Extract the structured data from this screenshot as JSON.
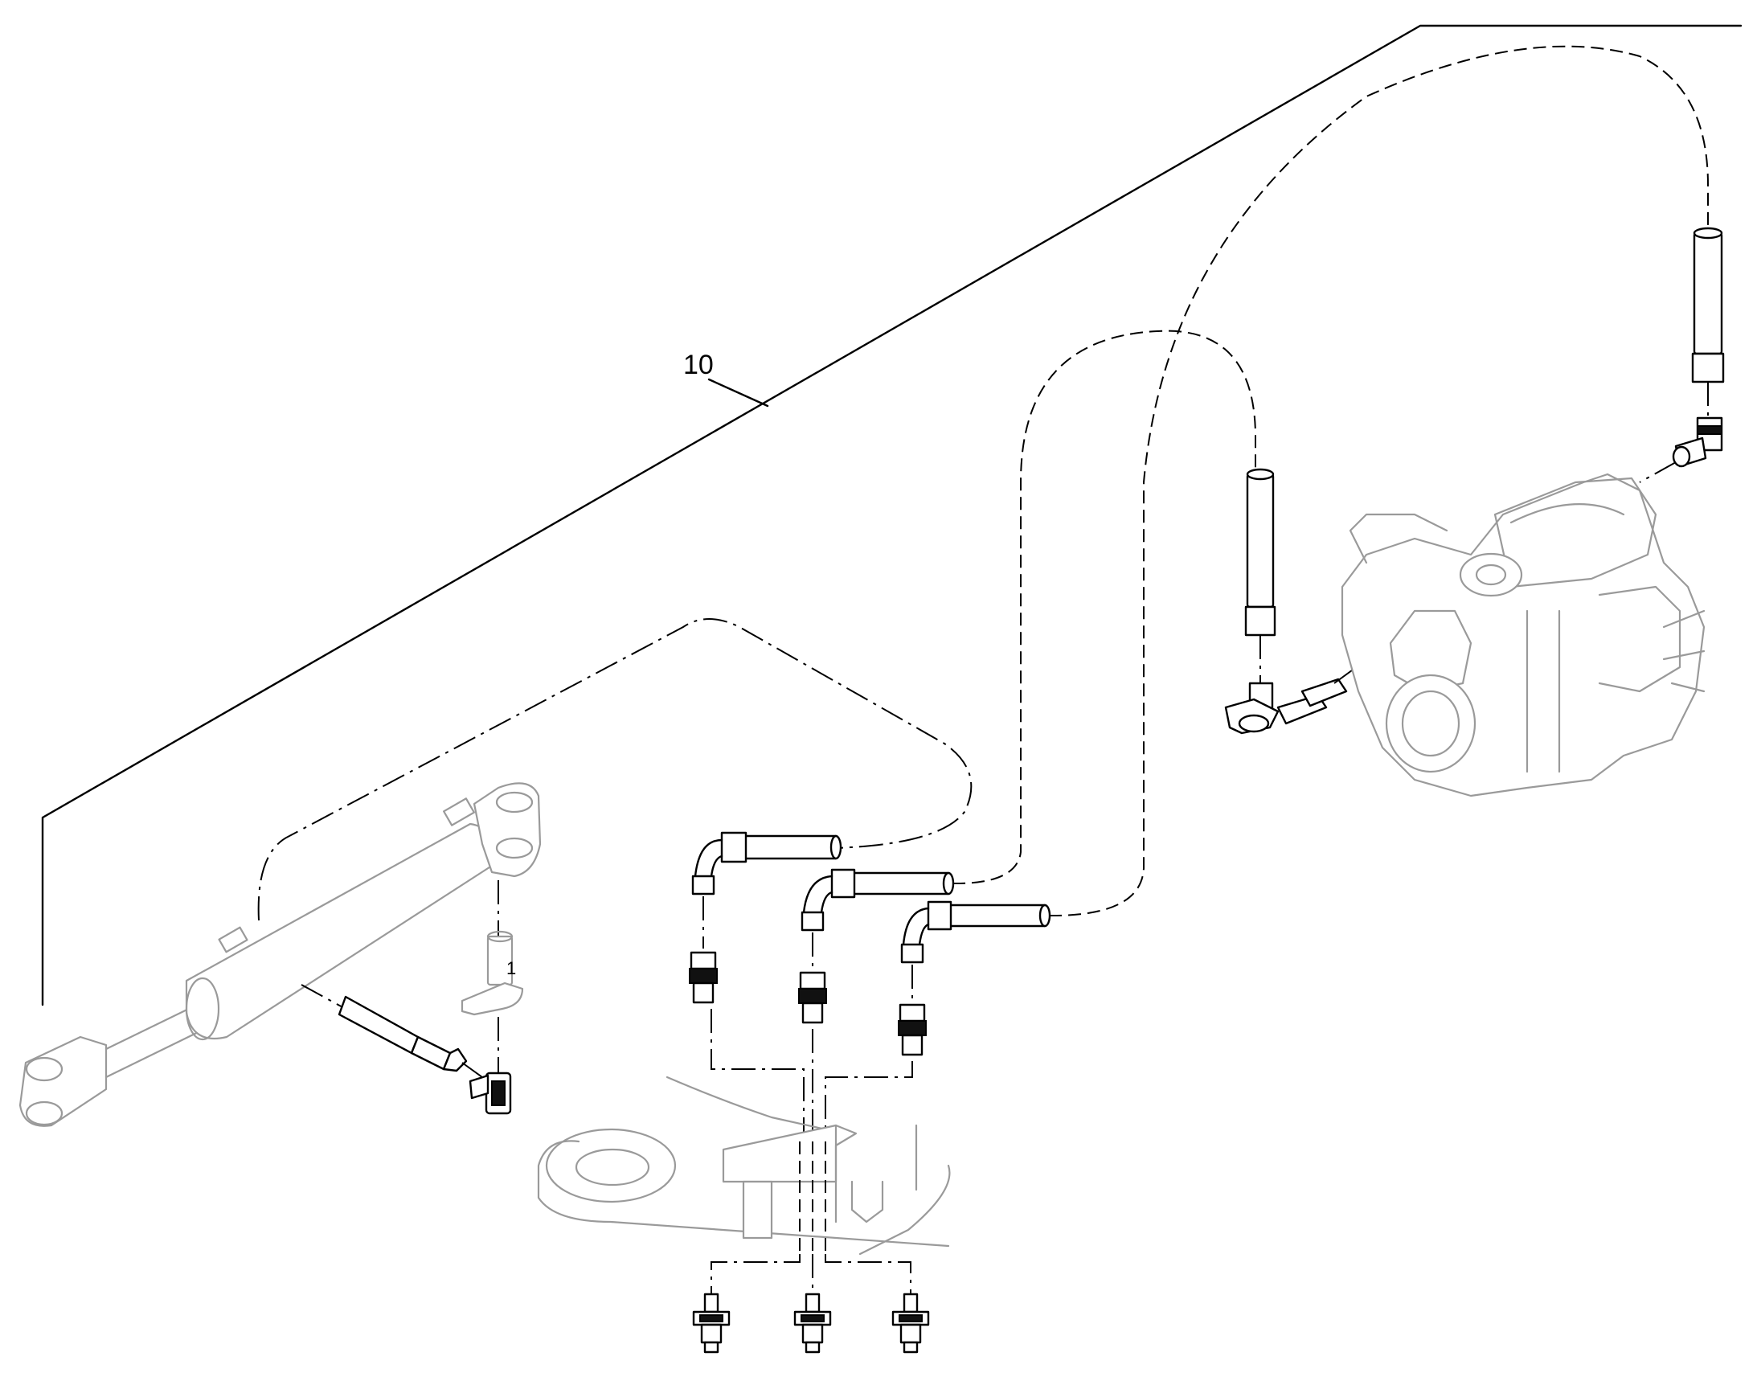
{
  "diagram": {
    "callouts": [
      {
        "id": "assembly",
        "label": "10"
      },
      {
        "id": "pin",
        "label": "1"
      }
    ],
    "colors": {
      "ink": "#000000",
      "context_parts": "#9a9a9a",
      "background": "#ffffff"
    },
    "components": [
      "hydraulic-cylinder",
      "cylinder-pin",
      "elbow-fitting",
      "cylinder-hose",
      "hose-assemblies",
      "bulkhead-adapters",
      "frame-bracket",
      "bulkhead-connectors",
      "axle-housing",
      "axle-hose",
      "axle-fittings",
      "cooler-hose"
    ]
  }
}
